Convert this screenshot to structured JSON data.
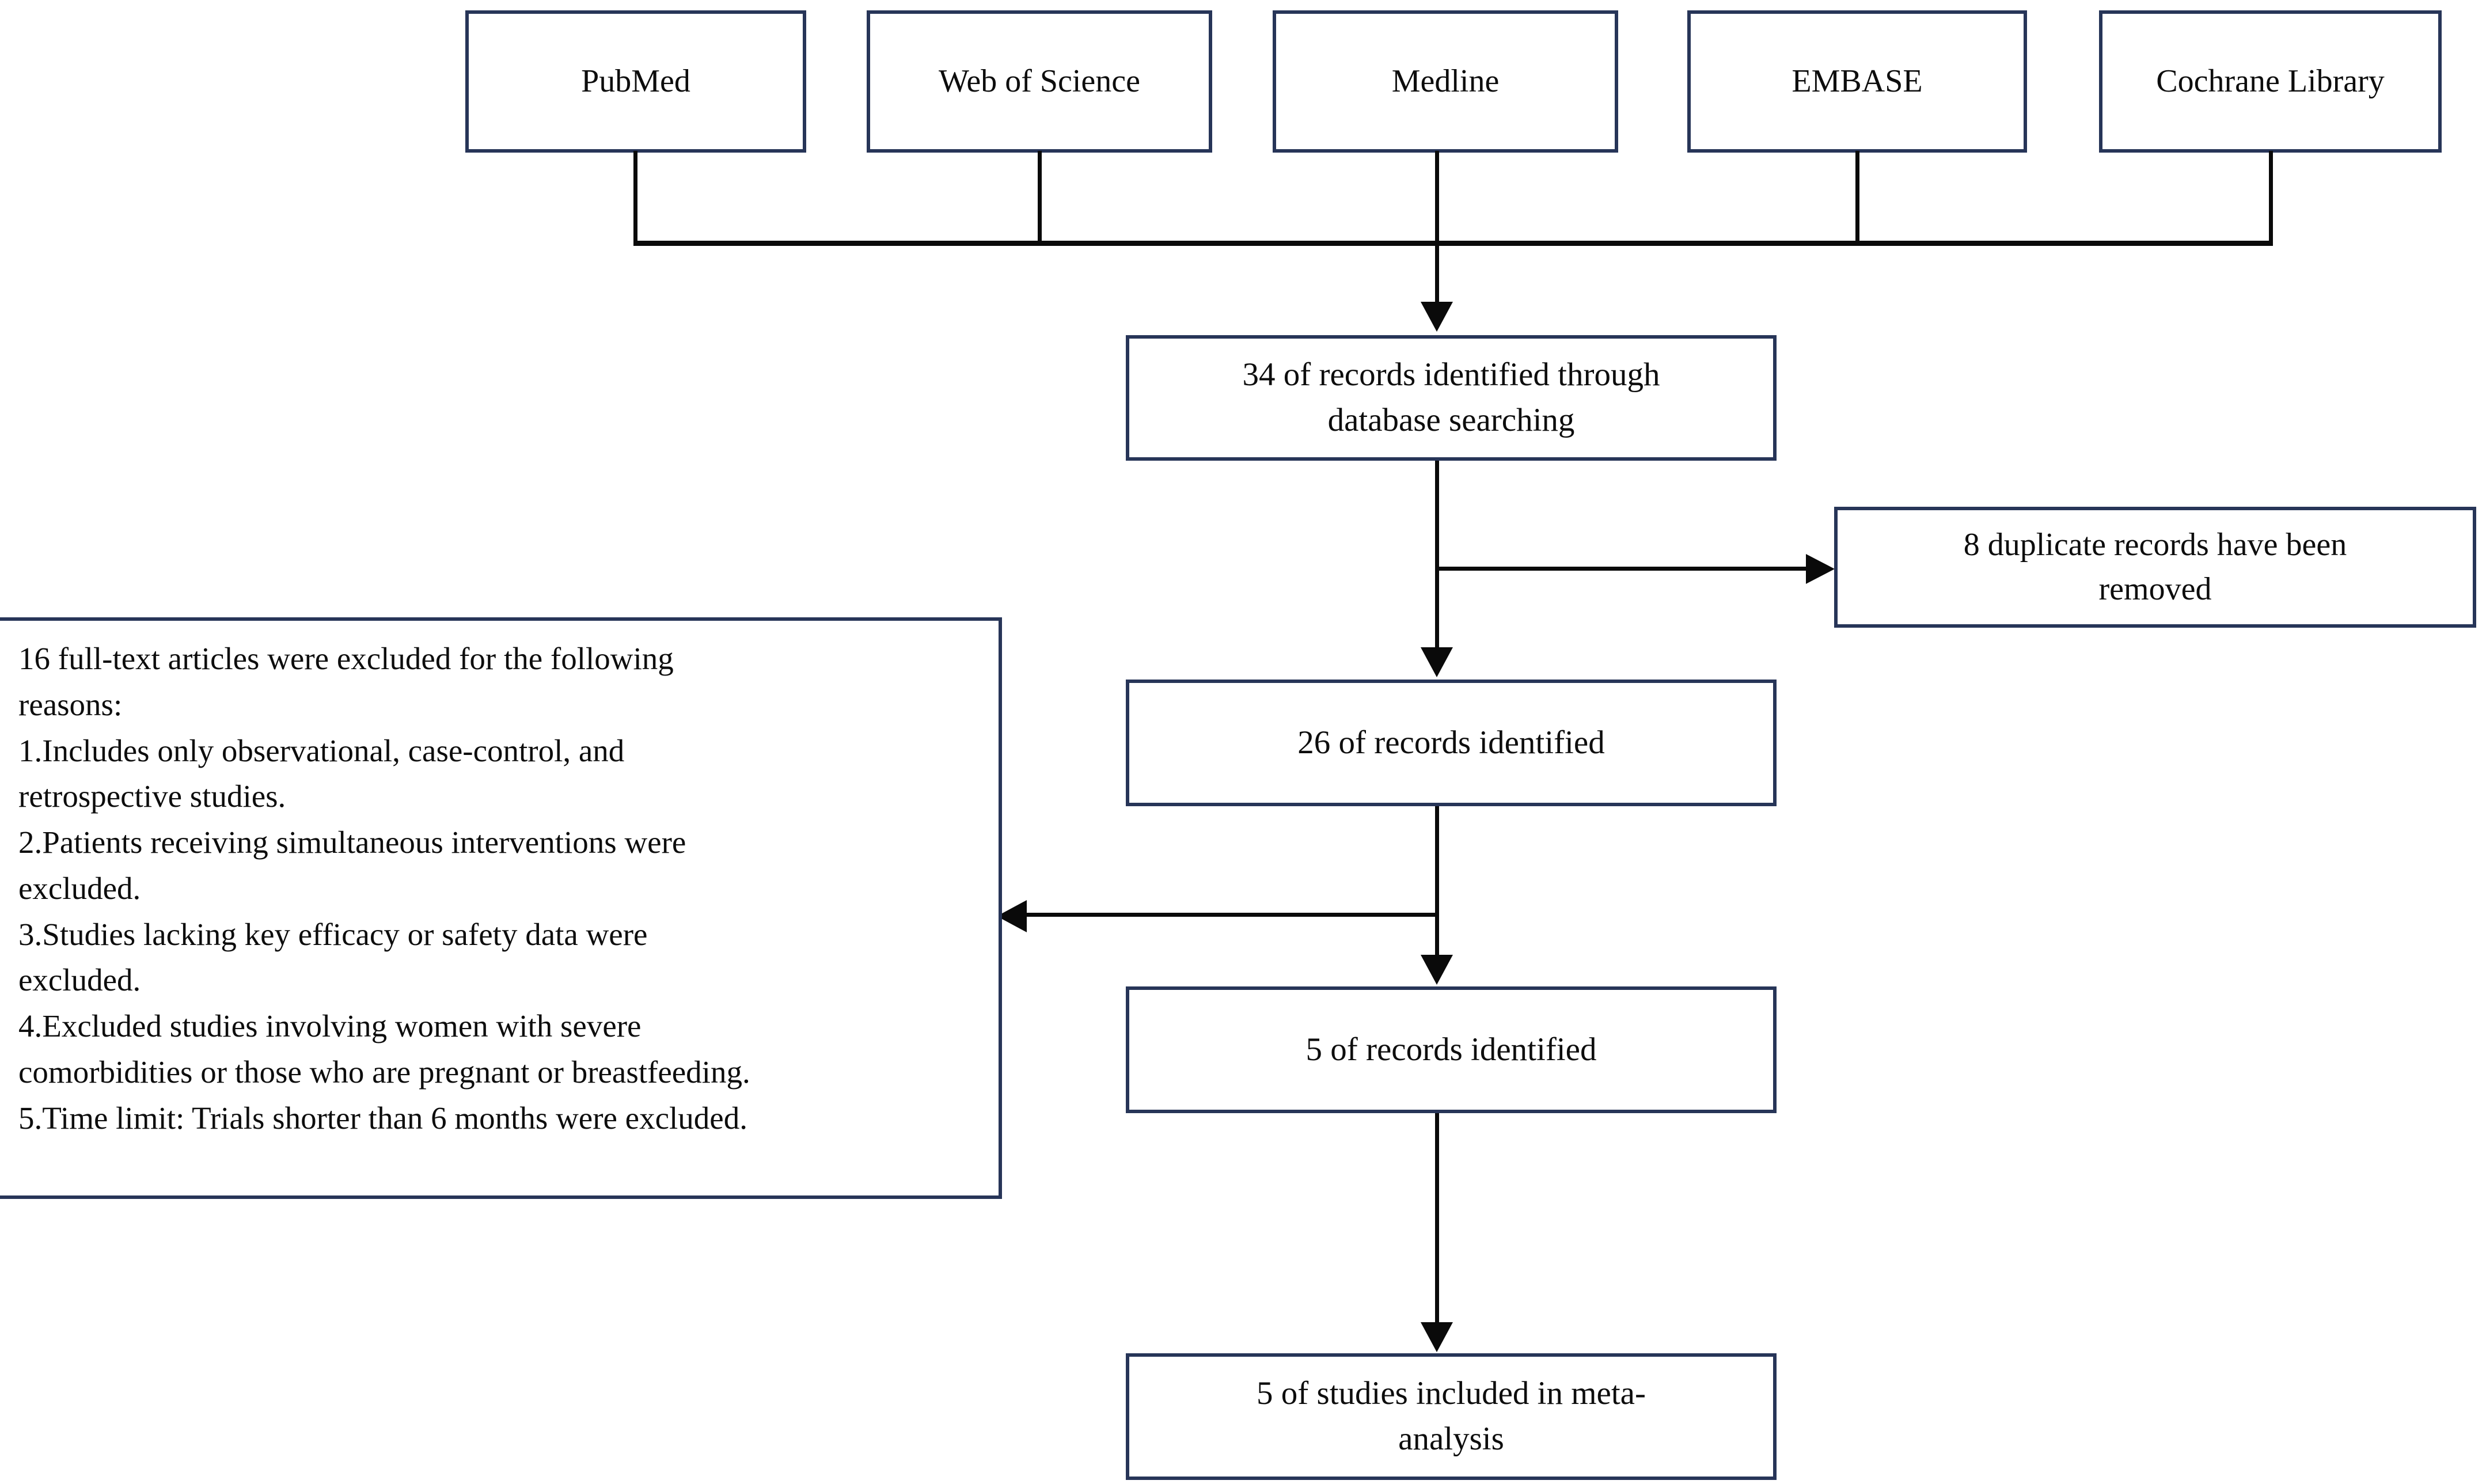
{
  "diagram": {
    "title": "PRISMA study selection flow diagram",
    "accent_color": "#273558",
    "line_color": "#0a0a0a",
    "background_color": "#ffffff"
  },
  "sources": [
    {
      "id": "pubmed",
      "label": "PubMed"
    },
    {
      "id": "web-of-science",
      "label": "Web of Science"
    },
    {
      "id": "medline",
      "label": "Medline"
    },
    {
      "id": "embase",
      "label": "EMBASE"
    },
    {
      "id": "cochrane",
      "label": "Cochrane Library"
    }
  ],
  "stages": {
    "identified": {
      "label": "34 of records identified through\ndatabase searching",
      "count": 34
    },
    "screened": {
      "label": "26 of records identified",
      "count": 26
    },
    "eligible": {
      "label": "5 of records identified",
      "count": 5
    },
    "included": {
      "label": "5 of studies included in meta-\nanalysis",
      "count": 5
    }
  },
  "exclusions": {
    "duplicates": {
      "label": "8 duplicate records have been\nremoved",
      "count": 8
    },
    "fulltext": {
      "count": 16,
      "label": "16 full-text articles were excluded for the following\nreasons:\n1.Includes only observational, case-control, and\nretrospective studies.\n2.Patients receiving simultaneous interventions were\nexcluded.\n3.Studies lacking key efficacy or safety data were\nexcluded.\n4.Excluded studies involving women with severe\ncomorbidities or those who are pregnant or breastfeeding.\n5.Time limit: Trials shorter than 6 months were excluded.",
      "heading": "16 full-text articles were excluded for the following reasons:",
      "reasons": [
        "1.Includes only observational, case-control, and retrospective studies.",
        "2.Patients receiving simultaneous interventions were excluded.",
        "3.Studies lacking key efficacy or safety data were excluded.",
        "4.Excluded studies involving women with severe comorbidities or those who are pregnant or breastfeeding.",
        "5.Time limit: Trials shorter than 6 months were excluded."
      ]
    }
  }
}
